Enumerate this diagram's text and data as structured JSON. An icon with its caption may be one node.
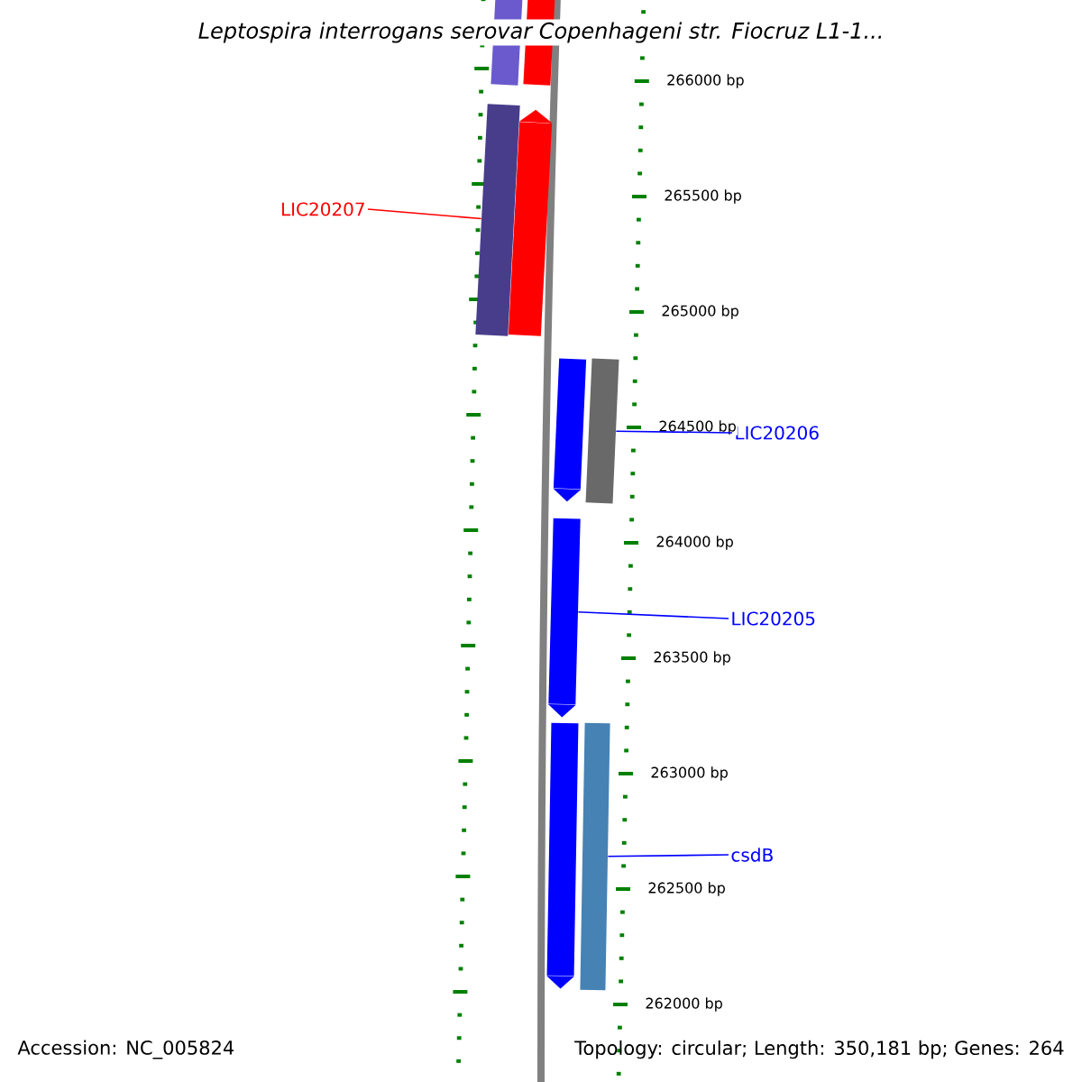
{
  "diagram": {
    "title": "Leptospira interrogans serovar Copenhageni str. Fiocruz L1-1...",
    "nodes": [
      {
        "text": [],
        "shape": "bar"
      },
      {
        "text": [],
        "shape": "bar"
      },
      {
        "text": [],
        "shape": "bar"
      },
      {
        "text": [],
        "shape": "bar"
      },
      {
        "text": [],
        "shape": "bar"
      },
      {
        "text": [],
        "shape": "bar"
      },
      {
        "text": [],
        "shape": "bar"
      },
      {
        "text": [],
        "shape": "bar"
      },
      {
        "text": [],
        "shape": "bar"
      },
      {
        "text": [
          "LIC20207"
        ]
      },
      {
        "text": [
          "LIC20206"
        ]
      },
      {
        "text": [
          "LIC20205"
        ]
      },
      {
        "text": [
          "csdB"
        ]
      }
    ],
    "edges": [
      {
        "from": 9,
        "to": 2,
        "arrow": "none",
        "color": "#ff0000"
      },
      {
        "from": 10,
        "to": 5,
        "arrow": "none"
      },
      {
        "from": 11,
        "to": 6,
        "arrow": "none"
      },
      {
        "from": 12,
        "to": 8,
        "arrow": "none"
      }
    ],
    "labels": [
      "266000 bp",
      "265500 bp",
      "265000 bp",
      "264500 bp",
      "264000 bp",
      "263500 bp",
      "263000 bp",
      "262500 bp",
      "262000 bp",
      "Accession: NC_005824",
      "Topology: circular; Length: 350,181 bp; Genes: 264"
    ]
  }
}
